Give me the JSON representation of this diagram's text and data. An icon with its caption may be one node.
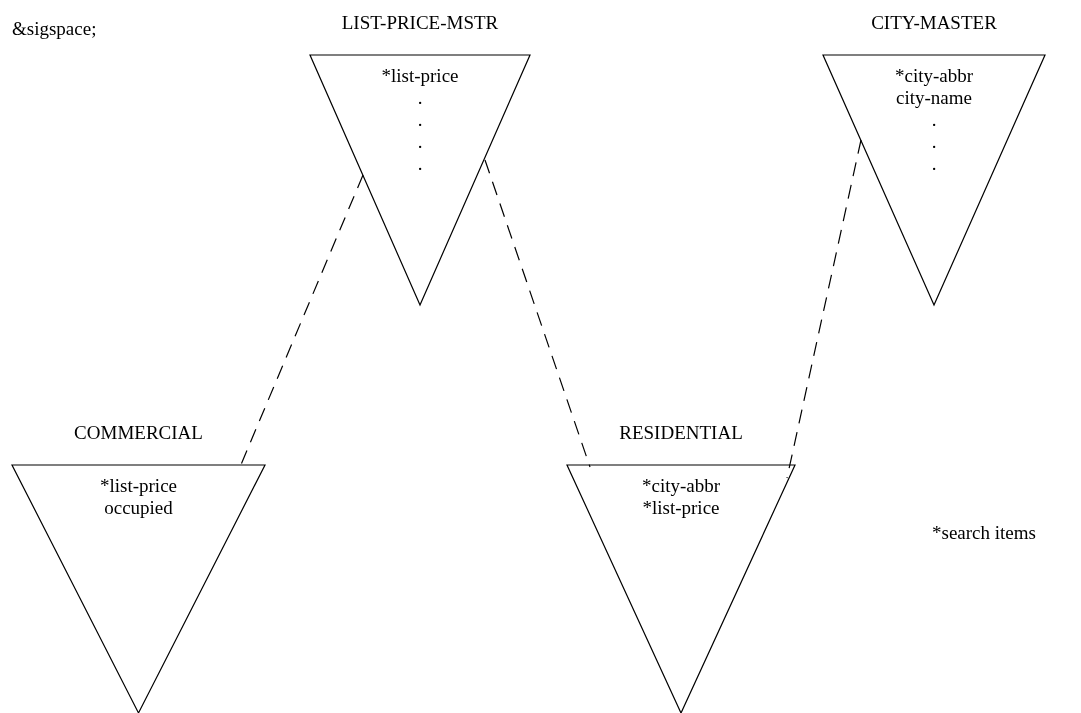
{
  "diagram": {
    "nodes": [
      {
        "text": [
          "LIST-PRICE-MSTR",
          "*list-price",
          ".",
          ".",
          ".",
          "."
        ]
      },
      {
        "text": [
          "CITY-MASTER",
          "*city-abbr",
          "city-name",
          ".",
          ".",
          "."
        ]
      },
      {
        "text": [
          "COMMERCIAL",
          "*list-price",
          "occupied"
        ]
      },
      {
        "text": [
          "RESIDENTIAL",
          "*city-abbr",
          "*list-price"
        ]
      }
    ],
    "edges": [
      {
        "from": 0,
        "to": 2,
        "arrow": "none",
        "style": "dashed"
      },
      {
        "from": 0,
        "to": 3,
        "arrow": "none",
        "style": "dashed"
      },
      {
        "from": 1,
        "to": 3,
        "arrow": "none",
        "style": "dashed"
      }
    ],
    "labels": [
      "&sigspace;",
      "*search items"
    ]
  }
}
